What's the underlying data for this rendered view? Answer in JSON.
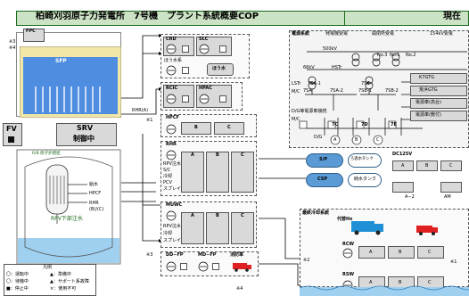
{
  "header": {
    "title": "柏崎刈羽原子力発電所　7号機　プラント系統概要COP",
    "right_label": "現在"
  },
  "colors": {
    "header_bg": "#cce2c4",
    "panel_bg": "#d9d9d9",
    "pool_water": "#4f8de0",
    "rpv_label": "#1a6b1a",
    "sfp_area": "#f2e7a6",
    "tank_fill": "#5b9bd5",
    "fire_truck": "#e02020"
  },
  "left": {
    "fpc": "FPC",
    "sfp": "SFP",
    "fv": "FV",
    "srv": "SRV",
    "srv_status": "制御中",
    "note3": "※3",
    "note4": "※4",
    "pool_header": "R/B 原子炉建屋",
    "feedwater": "給水",
    "hpcf_line": "HPCF",
    "rhr_line": "RHR",
    "rhr_bc": "(B)/(C)",
    "rpv_lower": "RPV下部注水",
    "rhr_a": "RHR(A)"
  },
  "legend": {
    "title": "凡例",
    "items": [
      "〇：運転中",
      "▲：準備中",
      "〇：待機中",
      "▲：サポート系故障",
      "■：停止中",
      "×：使用不可"
    ]
  },
  "systems": {
    "crd": "CRD",
    "slc": "SLC",
    "boric_tank_label": "ほう水系",
    "boric_water": "ほう水",
    "rcic": "RCIC",
    "hpac": "HPAC",
    "hpcf": "HPCF",
    "hpcf_b": "B",
    "hpcf_c": "C",
    "note_x1": "※1",
    "rhr": "RHR",
    "rhr_a": "A",
    "rhr_b": "B",
    "rhr_c": "C",
    "rhr_rows": [
      "RPV注水",
      "S/C",
      "冷却",
      "PCV",
      "スプレイ"
    ],
    "muwc": "MUWC",
    "muwc_a": "A",
    "muwc_b": "B",
    "muwc_c": "C",
    "muwc_rows": [
      "RPV注水",
      "冷却",
      "スプレイ"
    ],
    "ddfp": "DD−FP",
    "mdfp": "MD−FP",
    "fire_engine": "消防車",
    "note_x4": "※4"
  },
  "tanks": {
    "sp": "S/P",
    "filter_tank": "ろ過水タンク",
    "csp": "CSP",
    "pure_tank": "純水タンク"
  },
  "power": {
    "title": "電源系統",
    "stage1": "発電機受電",
    "stage2": "開閉所受電",
    "kv154": "154kV受電",
    "kv500": "500kV",
    "kv66": "66kV",
    "hstr": "HSTr",
    "lstr": "LSTr",
    "mc": "M/C",
    "c7sa": "7SA",
    "c7sb": "7SB",
    "c7sa1": "7SA-1",
    "c7sa2": "7SA-2",
    "c7sb1": "7SB-1",
    "c7sb2": "7SB-2",
    "no1": "No.1",
    "no2": "No.2",
    "no3": "No.3",
    "k7gtg": "K7GTG",
    "arahama_gtg": "荒浜GTG",
    "ps_car_high": "電源車(高台)",
    "ps_car_yard": "電源車(敷付)",
    "dg_label": "D/G等電源車接続",
    "c7c": "7C",
    "c7d": "7D",
    "c7e": "7E",
    "dg": "D/G",
    "dg_a": "A",
    "dg_b": "B",
    "dg_c": "C"
  },
  "dc": {
    "title": "DC125V",
    "a": "A",
    "b": "B",
    "c": "C",
    "a2": "A−2",
    "am": "AM"
  },
  "cooling": {
    "title": "最終冷却系統",
    "vehicle": "代替Hx",
    "rcw": "RCW",
    "rsw": "RSW",
    "rcw_a": "A",
    "rcw_b": "B",
    "rcw_c": "C",
    "rsw_a": "A",
    "rsw_b": "B",
    "rsw_c": "C",
    "note2": "※2",
    "note1": "※1"
  }
}
